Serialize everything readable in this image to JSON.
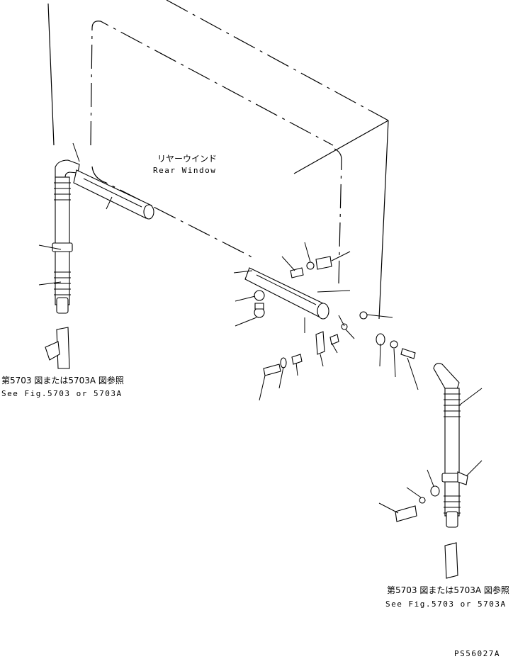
{
  "labels": {
    "window_jp": "リヤーウインド",
    "window_en": "Rear Window",
    "ref_left_jp": "第5703 図または5703A 図参照",
    "ref_left_en": "See Fig.5703 or 5703A",
    "ref_right_jp": "第5703 図または5703A 図参照",
    "ref_right_en": "See Fig.5703 or 5703A",
    "drawing_code": "PS56027A"
  }
}
